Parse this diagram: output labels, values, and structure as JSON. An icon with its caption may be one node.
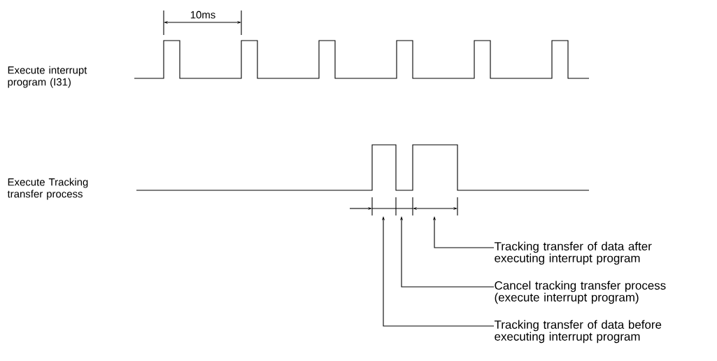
{
  "diagram": {
    "nodes": [
      {
        "text": [
          "Tracking transfer of data after executing interrupt program"
        ]
      },
      {
        "text": [
          "Cancel tracking transfer process (execute interrupt program)"
        ]
      },
      {
        "text": [
          "Tracking transfer of data before executing interrupt program"
        ]
      }
    ],
    "edges": [
      {
        "from": 0,
        "to": null,
        "arrow": "to"
      },
      {
        "from": 1,
        "to": null,
        "arrow": "to"
      },
      {
        "from": 2,
        "to": null,
        "arrow": "to"
      }
    ],
    "labels": [
      "10ms",
      "Execute interrupt program (I31)",
      "Execute Tracking transfer process"
    ]
  }
}
